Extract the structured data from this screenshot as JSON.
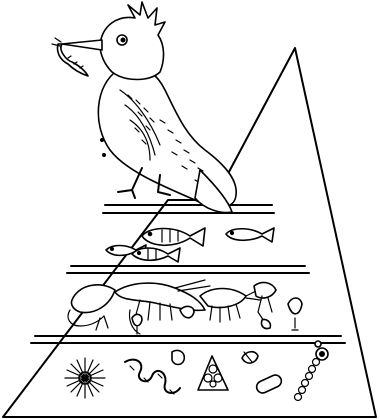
{
  "diagram": {
    "kind": "food-pyramid",
    "style": "black-and-white line drawing",
    "levels": [
      {
        "tier": "top",
        "organism_icon": "kingfisher-icon",
        "count": 1
      },
      {
        "tier": "second",
        "organism_icon": "small-fish-icon",
        "count": 4
      },
      {
        "tier": "third",
        "organism_icon": "zooplankton-icon",
        "count": 7
      },
      {
        "tier": "base",
        "organism_icon": "phytoplankton-icon",
        "count": 7
      }
    ],
    "colors": {
      "ink": "#000000",
      "paper": "#ffffff"
    }
  }
}
